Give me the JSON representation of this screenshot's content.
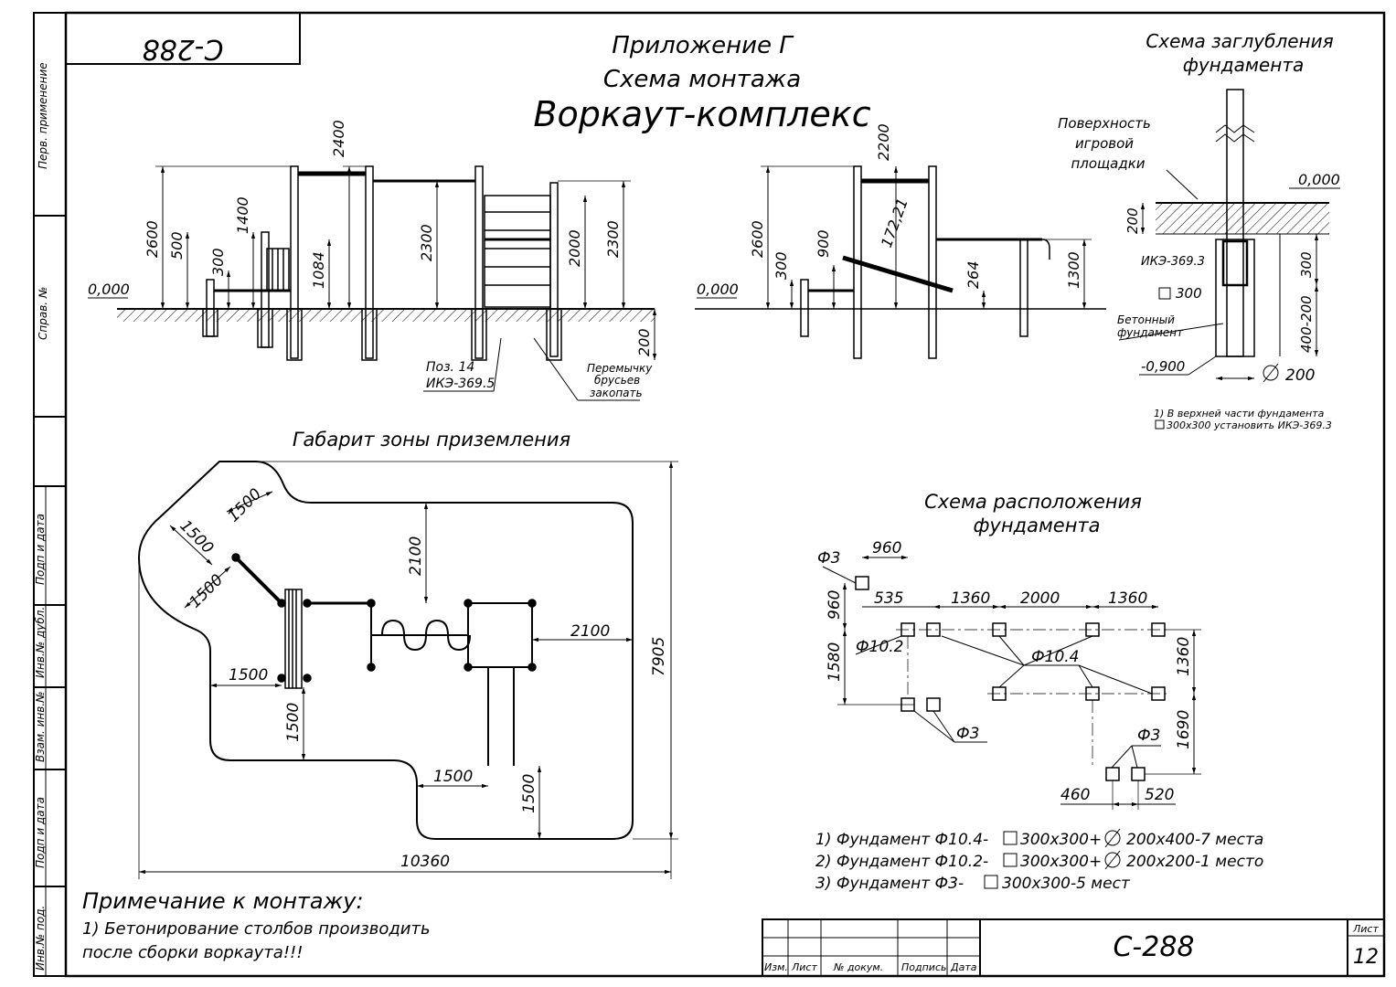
{
  "stamp_top": "C-288",
  "header": {
    "appendix": "Приложение Г",
    "scheme": "Схема монтажа",
    "title": "Воркаут-комплекс"
  },
  "side_labels": [
    "Перв. применение",
    "Справ. №",
    "Подп и дата",
    "Инв.№ дубл.",
    "Взам. инв.№",
    "Подп и дата",
    "Инв.№ под."
  ],
  "elevation_left": {
    "zero": "0,000",
    "dims": [
      "2600",
      "500",
      "300",
      "1400",
      "1084",
      "2400",
      "2300",
      "2000",
      "2300",
      "200"
    ],
    "callout_poz": "Поз. 14",
    "callout_ike": "ИКЭ-369.5",
    "note_lines": [
      "Перемычку",
      "брусьев",
      "закопать"
    ]
  },
  "elevation_right": {
    "zero": "0,000",
    "dims": [
      "2600",
      "300",
      "900",
      "2200",
      "172,21",
      "264",
      "1300"
    ]
  },
  "depth_scheme": {
    "title1": "Схема заглубления",
    "title2": "фундамента",
    "surface": [
      "Поверхность",
      "игровой",
      "площадки"
    ],
    "zero": "0,000",
    "dim200": "200",
    "ike": "ИКЭ-369.3",
    "sq300": "300",
    "dim300": "300",
    "dim400": "400-200",
    "concrete": [
      "Бетонный",
      "фундамент"
    ],
    "neg": "-0,900",
    "dia": "200",
    "note1": "1) В верхней части фундамента",
    "note2": "300х300 установить ИКЭ-369.3"
  },
  "landing": {
    "title": "Габарит зоны приземления",
    "dims": [
      "1500",
      "1500",
      "1500",
      "2100",
      "2100",
      "7905",
      "1500",
      "1500",
      "1500",
      "1500",
      "10360"
    ]
  },
  "foundation_layout": {
    "title1": "Схема расположения",
    "title2": "фундамента",
    "f3": "Ф3",
    "f102": "Ф10.2",
    "f104": "Ф10.4",
    "dims": [
      "960",
      "535",
      "1360",
      "2000",
      "1360",
      "960",
      "1580",
      "1360",
      "1690",
      "460",
      "520"
    ],
    "list": [
      {
        "pre": "1) Фундамент Ф10.4-",
        "mid": "300х300+",
        "post": "200х400-7 места"
      },
      {
        "pre": "2) Фундамент Ф10.2-",
        "mid": "300х300+",
        "post": "200х200-1 место"
      },
      {
        "pre": "3) Фундамент Ф3-",
        "mid": "300х300-5 мест",
        "post": ""
      }
    ]
  },
  "notes": {
    "title": "Примечание к монтажу:",
    "line1": "1) Бетонирование столбов производить",
    "line2": "после сборки воркаута!!!"
  },
  "title_block": {
    "cols": [
      "Изм.",
      "Лист",
      "№ докум.",
      "Подпись",
      "Дата"
    ],
    "code": "С-288",
    "sheet_label": "Лист",
    "sheet_no": "12"
  }
}
